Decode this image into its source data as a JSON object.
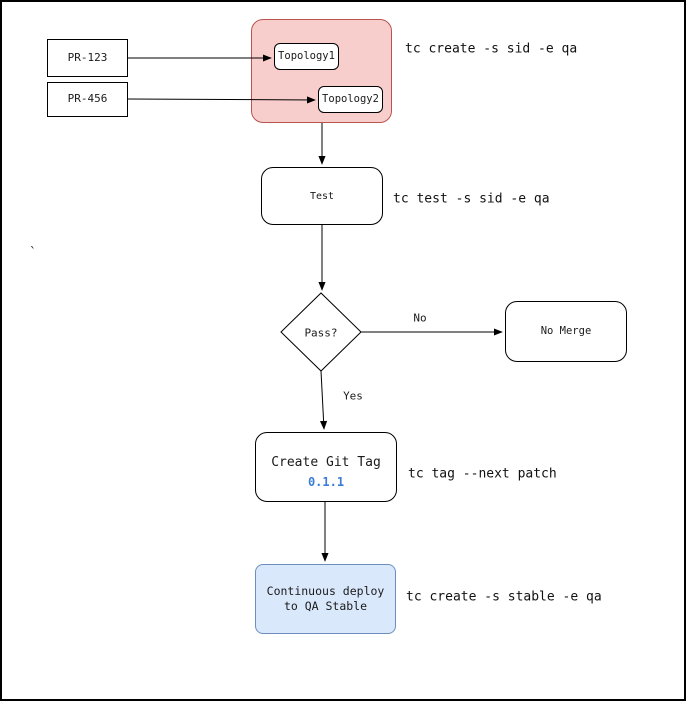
{
  "diagram": {
    "nodes": {
      "pr_123": "PR-123",
      "pr_456": "PR-456",
      "topology1": "Topology1",
      "topology2": "Topology2",
      "test": "Test",
      "pass_decision": "Pass?",
      "no_merge": "No Merge",
      "create_git_tag": "Create Git Tag",
      "git_tag_version": "0.1.1",
      "deploy": "Continuous deploy\nto QA Stable"
    },
    "commands": {
      "create_sid": "tc create -s sid -e qa",
      "test_sid": "tc test -s sid -e qa",
      "tag_next_patch": "tc tag --next patch",
      "create_stable": "tc create -s stable -e qa"
    },
    "edge_labels": {
      "no": "No",
      "yes": "Yes"
    },
    "stray_mark": "`",
    "colors": {
      "topology_group_fill": "#f8cecc",
      "topology_group_border": "#b85450",
      "deploy_fill": "#dae8fc",
      "deploy_border": "#6c8ebf",
      "version_text": "#3b7dd8",
      "line_color": "#000000"
    }
  }
}
